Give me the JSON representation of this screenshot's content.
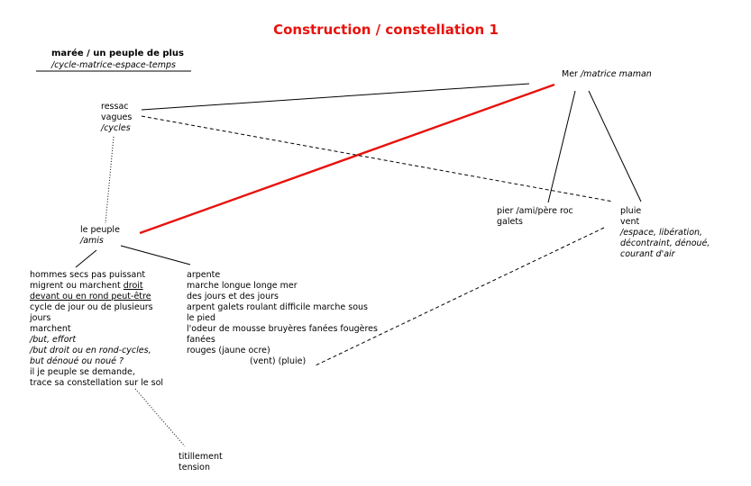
{
  "title": "Construction / constellation 1",
  "subtitle": "marée / un peuple de plus",
  "subtitle_note": "/cycle-matrice-espace-temps",
  "nodes": {
    "mer": {
      "name": "Mer",
      "note": "/matrice maman"
    },
    "ressac": {
      "lines": [
        "ressac",
        "vagues"
      ],
      "note": "/cycles"
    },
    "peuple": {
      "name": "le peuple",
      "note": "/amis"
    },
    "pier": {
      "line1": "pier /ami/père roc",
      "line2": "galets"
    },
    "pluie": {
      "lines": [
        "pluie",
        "vent"
      ],
      "notes": [
        "/espace,  libération,",
        "décontraint, dénoué,",
        "courant d'air"
      ]
    },
    "hommes": {
      "line1": "hommes secs pas puissant",
      "line2_pre": "migrent ou marchent ",
      "line2_ul": "droit",
      "line3_ul": "devant ou en rond peut-être",
      "line4": "cycle de jour ou de plusieurs",
      "line5": "jours",
      "line6": "marchent",
      "note1": "/but, effort",
      "note2": "/but droit ou en rond-cycles,",
      "note3": "but dénoué ou noué ?",
      "line7": "il je peuple se demande,",
      "line8": "trace sa constellation sur le sol"
    },
    "arpente": {
      "lines": [
        "arpente",
        "marche longue longe mer",
        "des jours et des jours",
        "arpent galets roulant difficile marche sous",
        "le pied",
        "l'odeur de mousse bruyères fanées fougères",
        "fanées",
        "rouges (jaune ocre)"
      ],
      "last": "(vent) (pluie)"
    },
    "titil": {
      "lines": [
        "titillement",
        "tension"
      ]
    }
  },
  "colors": {
    "title": "#e8120c",
    "red_link": "#e8120c",
    "link": "#000000"
  }
}
